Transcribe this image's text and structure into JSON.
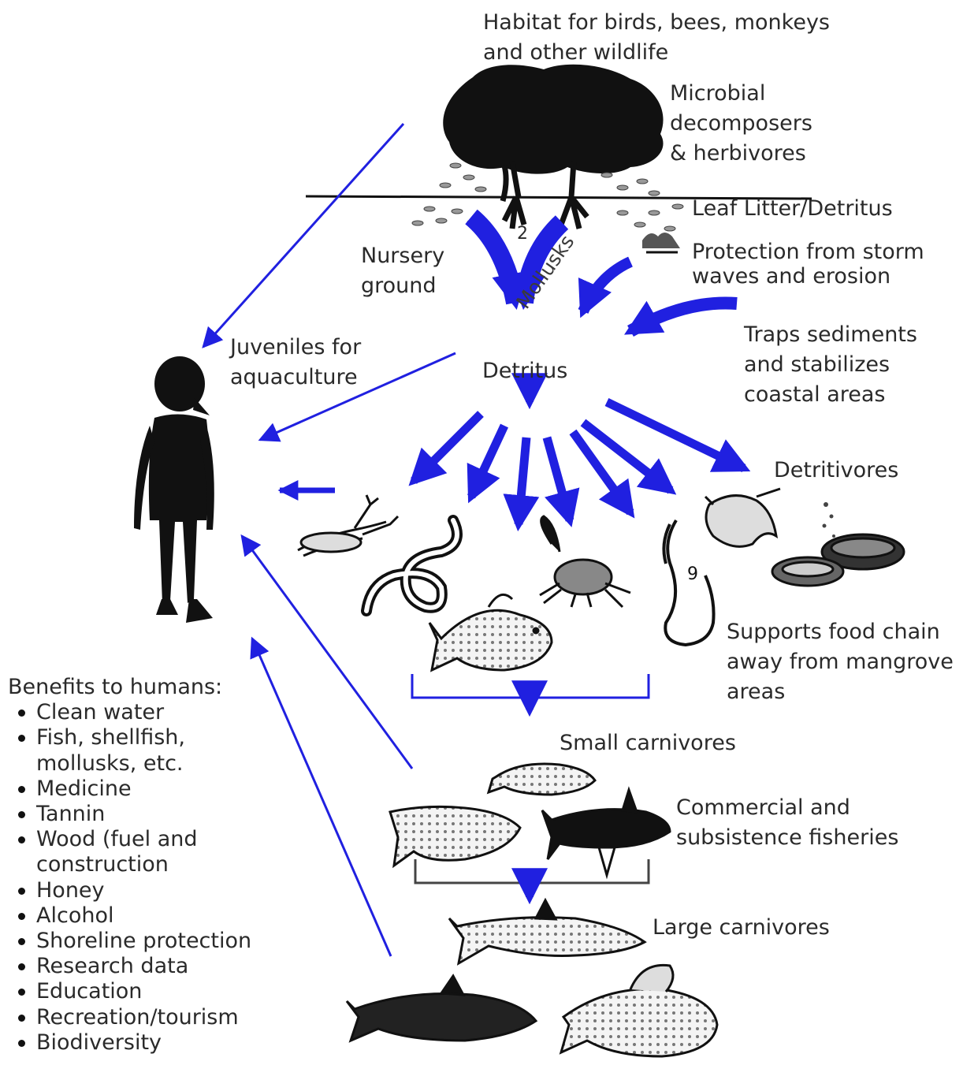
{
  "labels": {
    "habitat": [
      "Habitat for birds, bees, monkeys",
      "and other wildlife"
    ],
    "microbial": [
      "Microbial",
      "decomposers",
      "& herbivores"
    ],
    "leaf_litter": "Leaf Litter/Detritus",
    "protection": [
      "Protection from storm",
      "waves and erosion"
    ],
    "nursery": [
      "Nursery",
      "ground"
    ],
    "mollusks": "Mollusks",
    "numeral": "2",
    "traps": [
      "Traps sediments",
      "and stabilizes",
      "coastal areas"
    ],
    "juveniles": [
      "Juveniles for",
      "aquaculture"
    ],
    "detritus": "Detritus",
    "detritivores": "Detritivores",
    "supports": [
      "Supports food chain",
      "away from mangrove",
      "areas"
    ],
    "small_carnivores": "Small carnivores",
    "commercial": [
      "Commercial and",
      "subsistence fisheries"
    ],
    "large_carnivores": "Large carnivores"
  },
  "benefits": {
    "title": "Benefits to humans:",
    "items": [
      "Clean water",
      "Fish, shellfish,\nmollusks, etc.",
      "Medicine",
      "Tannin",
      "Wood (fuel and\nconstruction",
      "Honey",
      "Alcohol",
      "Shoreline protection",
      "Research data",
      "Education",
      "Recreation/tourism",
      "Biodiversity"
    ]
  },
  "colors": {
    "arrow_blue": "#2020e0",
    "ink": "#111111",
    "text": "#2a2a2a"
  }
}
